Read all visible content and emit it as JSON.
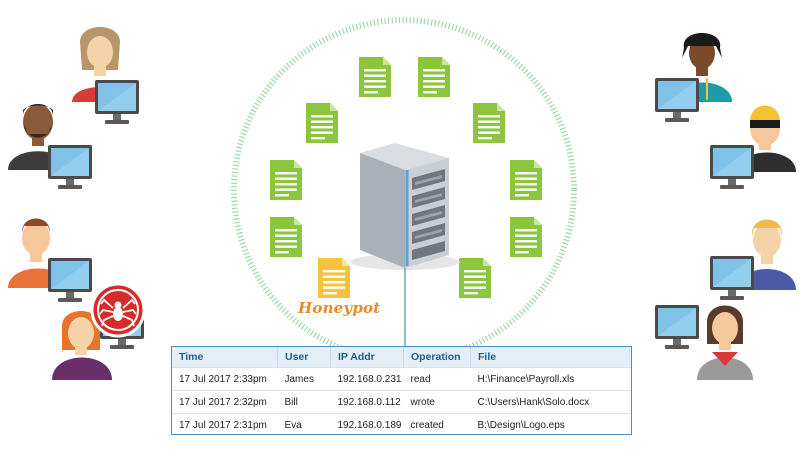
{
  "honeypot_label": "Honeypot",
  "colors": {
    "document": "#8cc63f",
    "honeypot_document": "#f7c23c",
    "ring": "#9ed7a8",
    "connector": "#4a90b8",
    "spider_badge": "#d72b2b"
  },
  "icons": [
    "document-icon",
    "server-icon",
    "user-icon",
    "monitor-icon",
    "spider-icon"
  ],
  "table": {
    "headers": [
      "Time",
      "User",
      "IP Addr",
      "Operation",
      "File"
    ],
    "rows": [
      [
        "17 Jul 2017 2:33pm",
        "James",
        "192.168.0.231",
        "read",
        "H:\\Finance\\Payroll.xls"
      ],
      [
        "17 Jul 2017 2:32pm",
        "Bill",
        "192.168.0.112",
        "wrote",
        "C:\\Users\\Hank\\Solo.docx"
      ],
      [
        "17 Jul 2017 2:31pm",
        "Eva",
        "192.168.0.189",
        "created",
        "B:\\Design\\Logo.eps"
      ]
    ]
  }
}
